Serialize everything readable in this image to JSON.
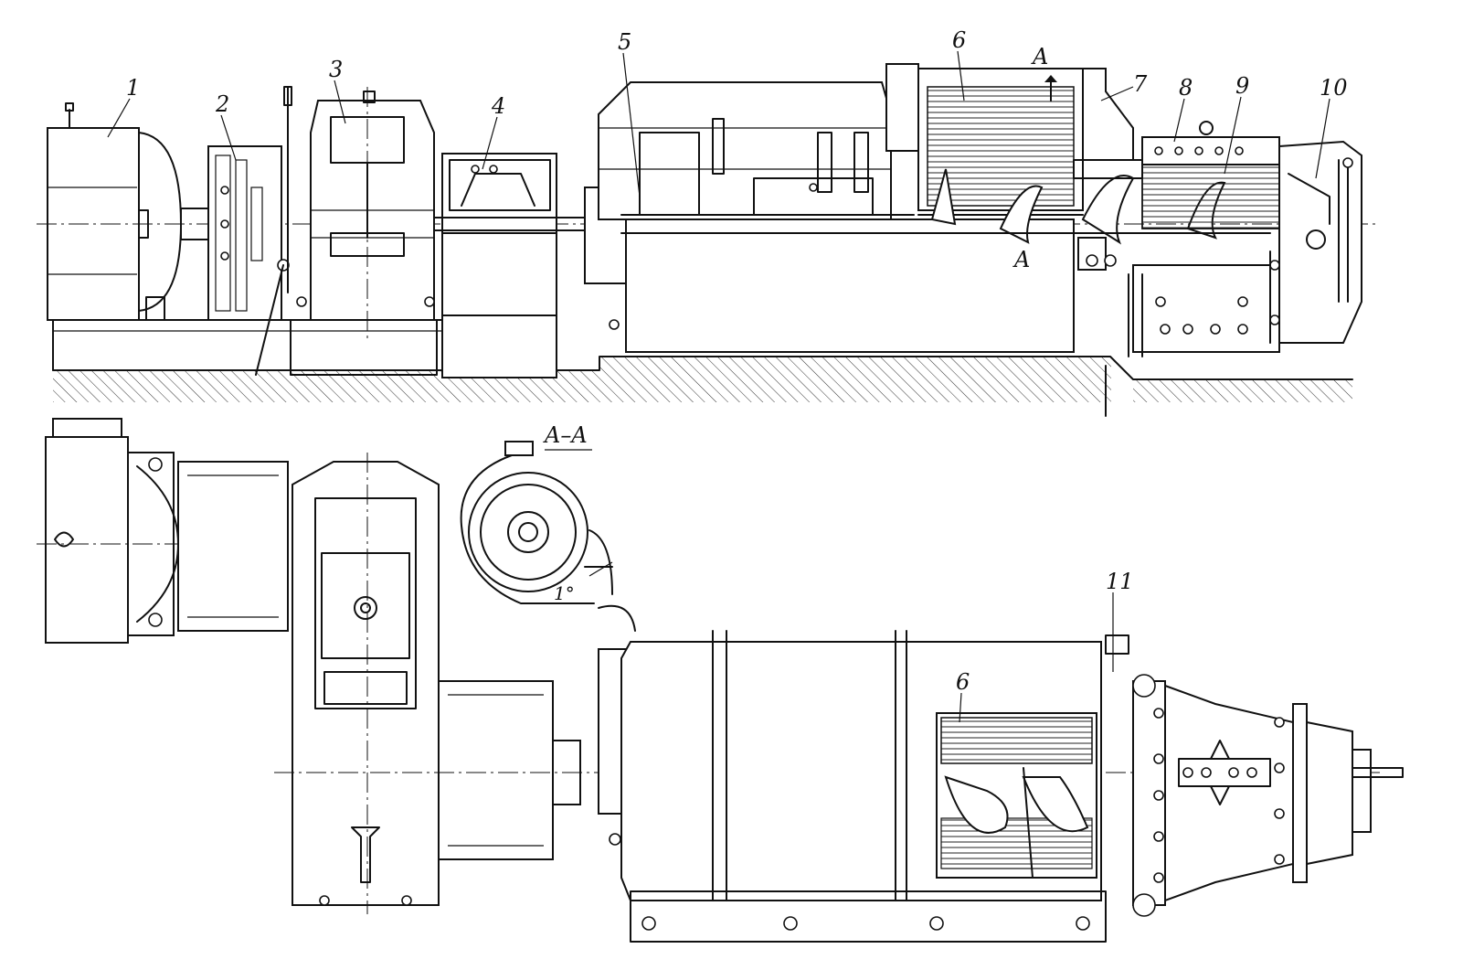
{
  "callouts": {
    "c1": "1",
    "c2": "2",
    "c3": "3",
    "c4": "4",
    "c5": "5",
    "c6_top": "6",
    "c7": "7",
    "c8": "8",
    "c9": "9",
    "c10": "10",
    "c11": "11",
    "c6_bottom": "6",
    "section_marker_top": "A",
    "section_marker_bottom": "A",
    "section_view": "A–A",
    "angle": "1°"
  }
}
